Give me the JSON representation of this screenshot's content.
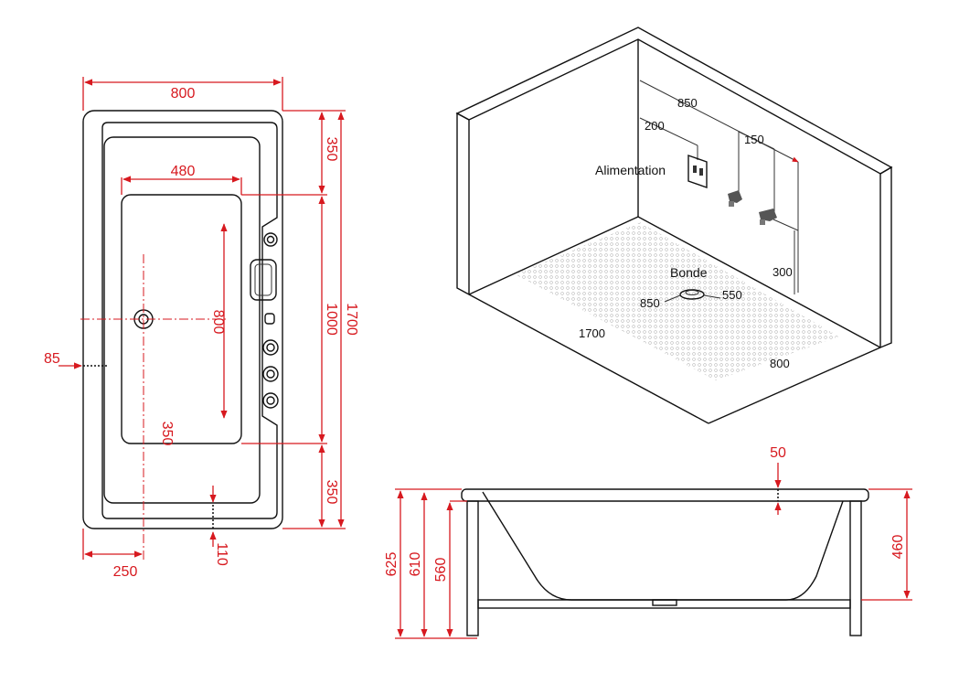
{
  "plan_view": {
    "width_label": "800",
    "inner_width_label": "480",
    "head_label": "350",
    "inner_length_label": "1000",
    "total_length_label": "1700",
    "foot_label": "350",
    "basin_length_label": "800",
    "drain_offset_label": "350",
    "side_offset_label": "85",
    "drain_x_label": "250",
    "bottom_offset_label": "110"
  },
  "iso_view": {
    "wall_width_label": "850",
    "supply_offset_label": "200",
    "spout_spacing_label": "150",
    "supply_label": "Alimentation",
    "drain_label": "Bonde",
    "drain_left_label": "850",
    "drain_right_label": "550",
    "spout_height_label": "300",
    "length_label": "1700",
    "width_label": "800"
  },
  "side_view": {
    "rim_label": "50",
    "total_height_label": "625",
    "mid_height_label": "610",
    "inner_height_label": "560",
    "water_height_label": "460"
  }
}
